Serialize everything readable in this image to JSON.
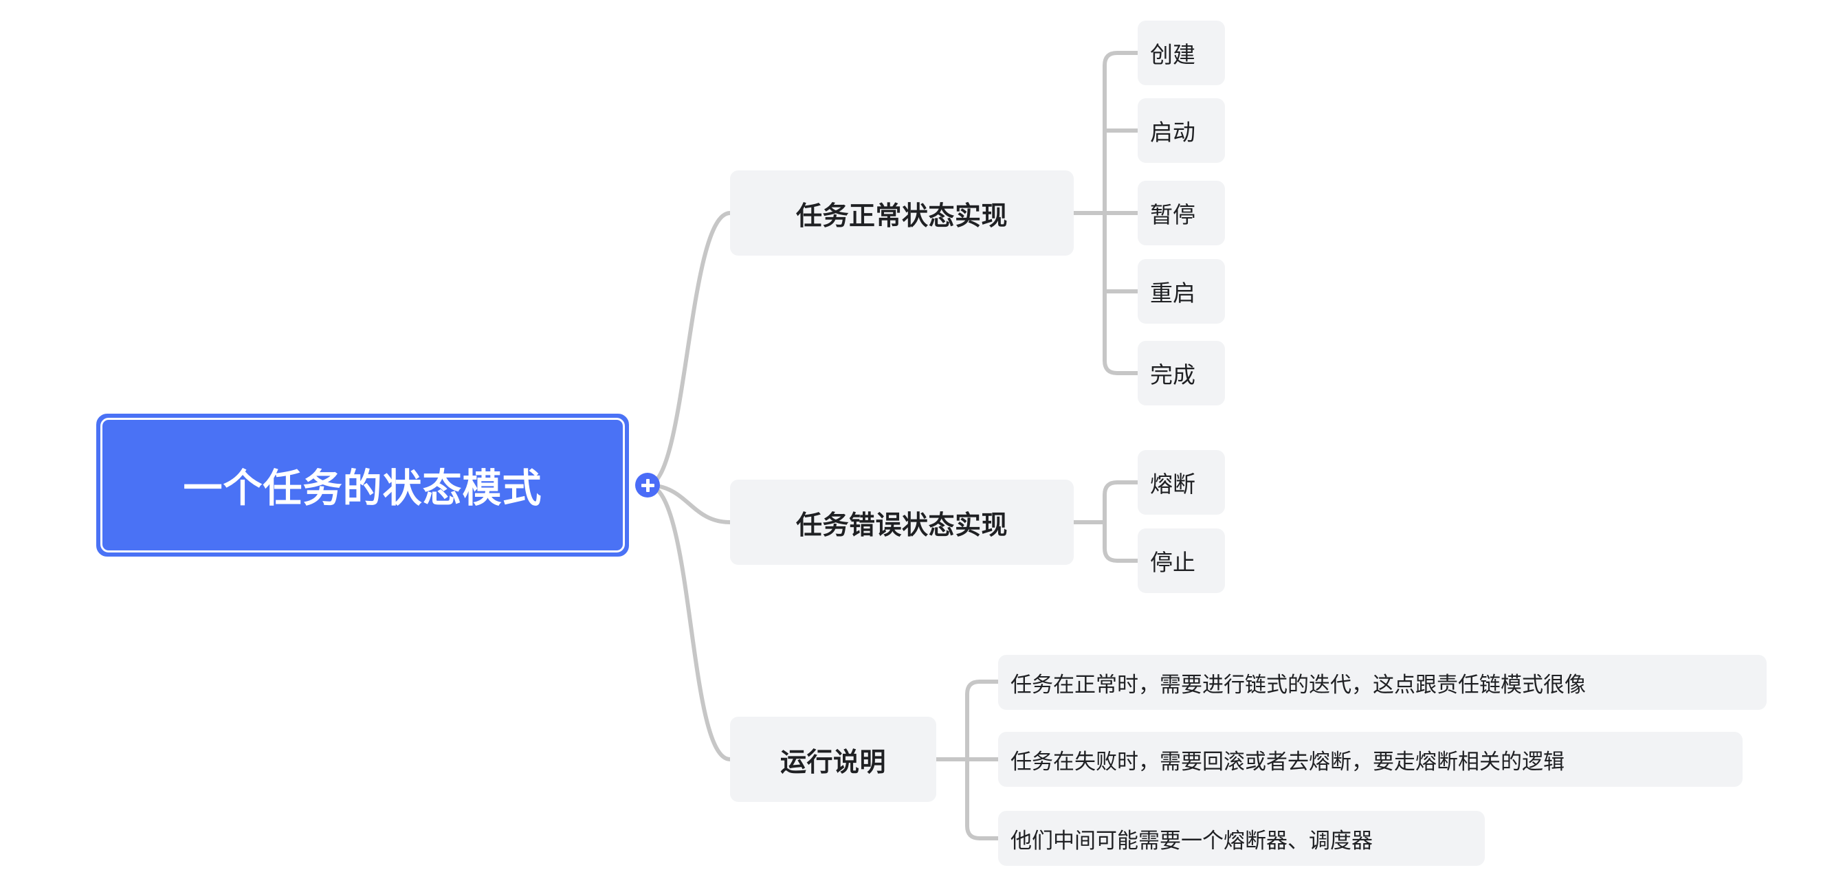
{
  "theme": {
    "background": "#ffffff",
    "root_fill": "#4a72f5",
    "root_text": "#ffffff",
    "node_fill": "#f2f3f5",
    "node_text": "#1f2023",
    "edge_color": "#c6c6c6",
    "accent": "#4a6cf7"
  },
  "mindmap": {
    "root": {
      "label": "一个任务的状态模式"
    },
    "toggle": {
      "icon": "plus-icon",
      "label": "+"
    },
    "branches": [
      {
        "label": "任务正常状态实现",
        "children": [
          {
            "label": "创建"
          },
          {
            "label": "启动"
          },
          {
            "label": "暂停"
          },
          {
            "label": "重启"
          },
          {
            "label": "完成"
          }
        ]
      },
      {
        "label": "任务错误状态实现",
        "children": [
          {
            "label": "熔断"
          },
          {
            "label": "停止"
          }
        ]
      },
      {
        "label": "运行说明",
        "children": [
          {
            "label": "任务在正常时，需要进行链式的迭代，这点跟责任链模式很像"
          },
          {
            "label": "任务在失败时，需要回滚或者去熔断，要走熔断相关的逻辑"
          },
          {
            "label": "他们中间可能需要一个熔断器、调度器"
          }
        ]
      }
    ]
  }
}
